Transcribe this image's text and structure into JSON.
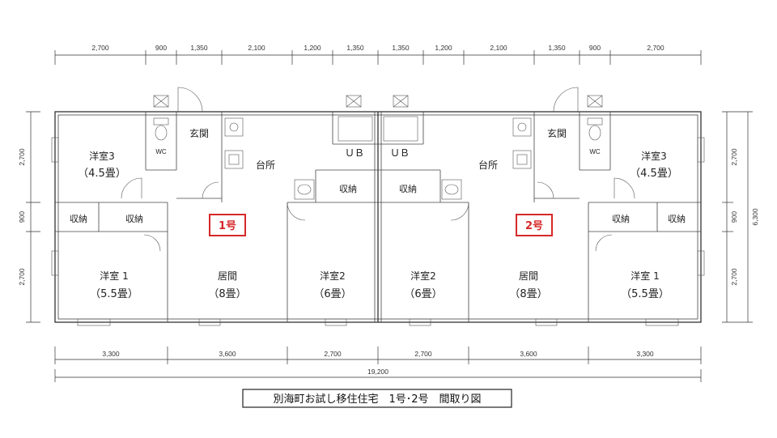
{
  "colors": {
    "line": "#333333",
    "unit_label": "#d62828"
  },
  "dimensions": {
    "top": [
      "2,700",
      "900",
      "1,350",
      "2,100",
      "1,200",
      "1,350",
      "1,350",
      "1,200",
      "2,100",
      "1,350",
      "900",
      "2,700"
    ],
    "bottom": [
      "3,300",
      "3,600",
      "2,700",
      "2,700",
      "3,600",
      "3,300"
    ],
    "total": "19,200",
    "left": [
      "2,700",
      "900",
      "2,700"
    ],
    "right": [
      "2,700",
      "900",
      "2,700"
    ],
    "right_total": "6,300"
  },
  "rooms": {
    "left": {
      "western3": "洋室3",
      "western3_size": "（4.5畳）",
      "wc": "WC",
      "entrance": "玄関",
      "kitchen": "台所",
      "storage_a": "収納",
      "storage_b": "収納",
      "western1": "洋室 1",
      "western1_size": "（5.5畳）",
      "living": "居間",
      "living_size": "（8畳）",
      "western2": "洋室2",
      "western2_size": "（6畳）",
      "ub": "ＵＢ",
      "storage_c": "収納"
    },
    "right": {
      "western3": "洋室3",
      "western3_size": "（4.5畳）",
      "wc": "WC",
      "entrance": "玄関",
      "kitchen": "台所",
      "storage_a": "収納",
      "storage_b": "収納",
      "western1": "洋室 1",
      "western1_size": "（5.5畳）",
      "living": "居間",
      "living_size": "（8畳）",
      "western2": "洋室2",
      "western2_size": "（6畳）",
      "ub": "ＵＢ",
      "storage_c": "収納"
    }
  },
  "unit_labels": {
    "unit1": "1号",
    "unit2": "2号"
  },
  "caption": "別海町お試し移住住宅　1号･2号　間取り図"
}
